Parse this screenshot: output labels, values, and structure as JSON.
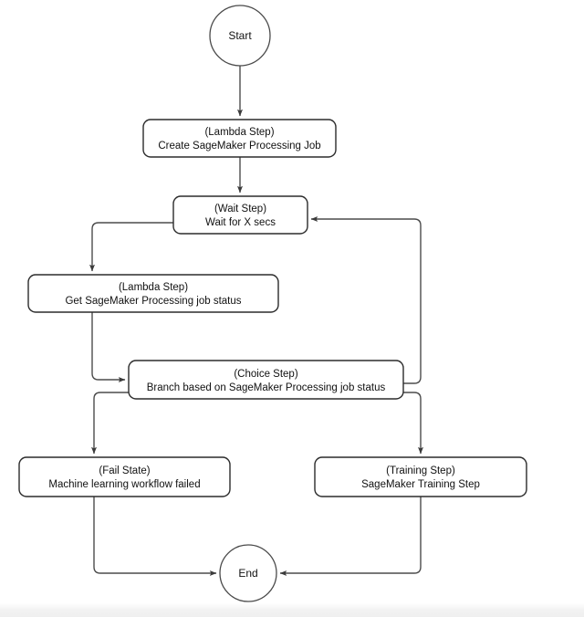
{
  "diagram": {
    "title": "SageMaker ML workflow state machine flowchart",
    "background_color": "#ffffff",
    "node_stroke_color": "#2b2b2b",
    "edge_stroke_color": "#4c4c4c",
    "text_color": "#111111"
  },
  "nodes": {
    "start": {
      "label": "Start",
      "shape": "circle"
    },
    "create_processing_job": {
      "line1": "(Lambda Step)",
      "line2": "Create SageMaker Processing Job",
      "shape": "rounded-rect"
    },
    "wait_step": {
      "line1": "(Wait Step)",
      "line2": "Wait for X secs",
      "shape": "rounded-rect"
    },
    "get_job_status": {
      "line1": "(Lambda Step)",
      "line2": "Get SageMaker Processing job status",
      "shape": "rounded-rect"
    },
    "choice_step": {
      "line1": "(Choice Step)",
      "line2": "Branch based on SageMaker Processing job status",
      "shape": "rounded-rect"
    },
    "fail_state": {
      "line1": "(Fail State)",
      "line2": "Machine learning workflow failed",
      "shape": "rounded-rect"
    },
    "training_step": {
      "line1": "(Training Step)",
      "line2": "SageMaker Training Step",
      "shape": "rounded-rect"
    },
    "end": {
      "label": "End",
      "shape": "circle"
    }
  },
  "edges": [
    {
      "name": "start-to-create-processing-job",
      "from": "start",
      "to": "create_processing_job",
      "label": ""
    },
    {
      "name": "create-processing-job-to-wait",
      "from": "create_processing_job",
      "to": "wait_step",
      "label": ""
    },
    {
      "name": "wait-to-get-job-status",
      "from": "wait_step",
      "to": "get_job_status",
      "label": ""
    },
    {
      "name": "get-job-status-to-choice",
      "from": "get_job_status",
      "to": "choice_step",
      "label": ""
    },
    {
      "name": "choice-to-wait-loopback",
      "from": "choice_step",
      "to": "wait_step",
      "label": ""
    },
    {
      "name": "choice-to-fail-state",
      "from": "choice_step",
      "to": "fail_state",
      "label": ""
    },
    {
      "name": "choice-to-training-step",
      "from": "choice_step",
      "to": "training_step",
      "label": ""
    },
    {
      "name": "fail-state-to-end",
      "from": "fail_state",
      "to": "end",
      "label": ""
    },
    {
      "name": "training-step-to-end",
      "from": "training_step",
      "to": "end",
      "label": ""
    }
  ]
}
